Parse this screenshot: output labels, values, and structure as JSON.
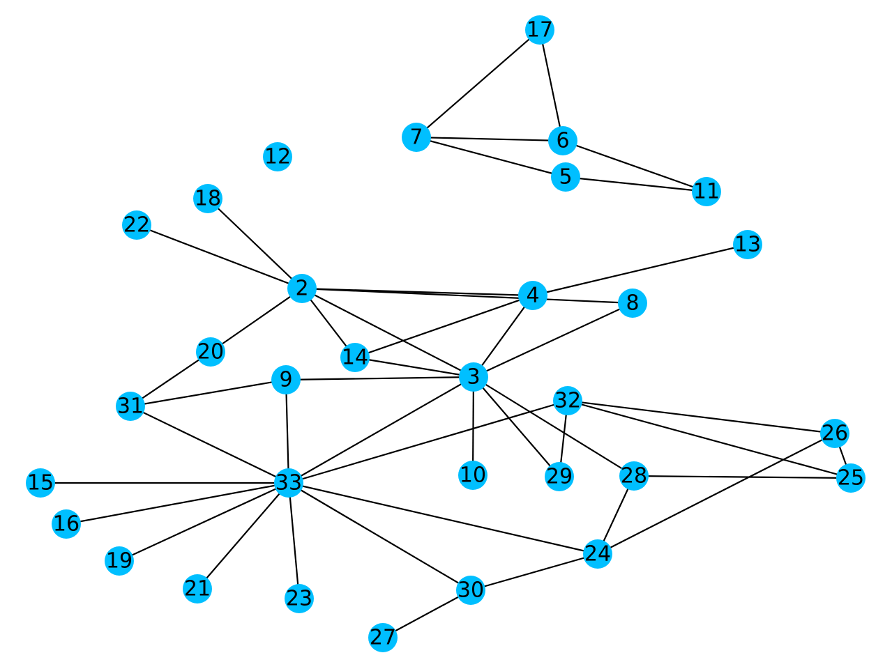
{
  "graph": {
    "node_color": "#00bfff",
    "edge_color": "#000000",
    "label_color": "#000000",
    "nodes": [
      {
        "id": "17",
        "label": "17"
      },
      {
        "id": "7",
        "label": "7"
      },
      {
        "id": "6",
        "label": "6"
      },
      {
        "id": "5",
        "label": "5"
      },
      {
        "id": "11",
        "label": "11"
      },
      {
        "id": "12",
        "label": "12"
      },
      {
        "id": "18",
        "label": "18"
      },
      {
        "id": "22",
        "label": "22"
      },
      {
        "id": "13",
        "label": "13"
      },
      {
        "id": "2",
        "label": "2"
      },
      {
        "id": "4",
        "label": "4"
      },
      {
        "id": "8",
        "label": "8"
      },
      {
        "id": "20",
        "label": "20"
      },
      {
        "id": "14",
        "label": "14"
      },
      {
        "id": "9",
        "label": "9"
      },
      {
        "id": "3",
        "label": "3"
      },
      {
        "id": "32",
        "label": "32"
      },
      {
        "id": "31",
        "label": "31"
      },
      {
        "id": "26",
        "label": "26"
      },
      {
        "id": "15",
        "label": "15"
      },
      {
        "id": "33",
        "label": "33"
      },
      {
        "id": "10",
        "label": "10"
      },
      {
        "id": "29",
        "label": "29"
      },
      {
        "id": "28",
        "label": "28"
      },
      {
        "id": "25",
        "label": "25"
      },
      {
        "id": "16",
        "label": "16"
      },
      {
        "id": "24",
        "label": "24"
      },
      {
        "id": "19",
        "label": "19"
      },
      {
        "id": "21",
        "label": "21"
      },
      {
        "id": "30",
        "label": "30"
      },
      {
        "id": "23",
        "label": "23"
      },
      {
        "id": "27",
        "label": "27"
      }
    ],
    "edges": [
      [
        "17",
        "7"
      ],
      [
        "17",
        "6"
      ],
      [
        "7",
        "6"
      ],
      [
        "7",
        "5"
      ],
      [
        "6",
        "11"
      ],
      [
        "5",
        "11"
      ],
      [
        "22",
        "2"
      ],
      [
        "18",
        "2"
      ],
      [
        "2",
        "4"
      ],
      [
        "2",
        "8"
      ],
      [
        "2",
        "20"
      ],
      [
        "2",
        "14"
      ],
      [
        "2",
        "3"
      ],
      [
        "4",
        "13"
      ],
      [
        "4",
        "14"
      ],
      [
        "4",
        "3"
      ],
      [
        "8",
        "3"
      ],
      [
        "14",
        "3"
      ],
      [
        "20",
        "31"
      ],
      [
        "31",
        "9"
      ],
      [
        "31",
        "33"
      ],
      [
        "9",
        "3"
      ],
      [
        "9",
        "33"
      ],
      [
        "3",
        "33"
      ],
      [
        "3",
        "10"
      ],
      [
        "3",
        "29"
      ],
      [
        "3",
        "28"
      ],
      [
        "32",
        "33"
      ],
      [
        "32",
        "29"
      ],
      [
        "32",
        "26"
      ],
      [
        "32",
        "25"
      ],
      [
        "26",
        "25"
      ],
      [
        "26",
        "24"
      ],
      [
        "28",
        "25"
      ],
      [
        "28",
        "24"
      ],
      [
        "33",
        "15"
      ],
      [
        "33",
        "16"
      ],
      [
        "33",
        "19"
      ],
      [
        "33",
        "21"
      ],
      [
        "33",
        "23"
      ],
      [
        "33",
        "30"
      ],
      [
        "33",
        "24"
      ],
      [
        "24",
        "30"
      ],
      [
        "30",
        "27"
      ]
    ]
  }
}
